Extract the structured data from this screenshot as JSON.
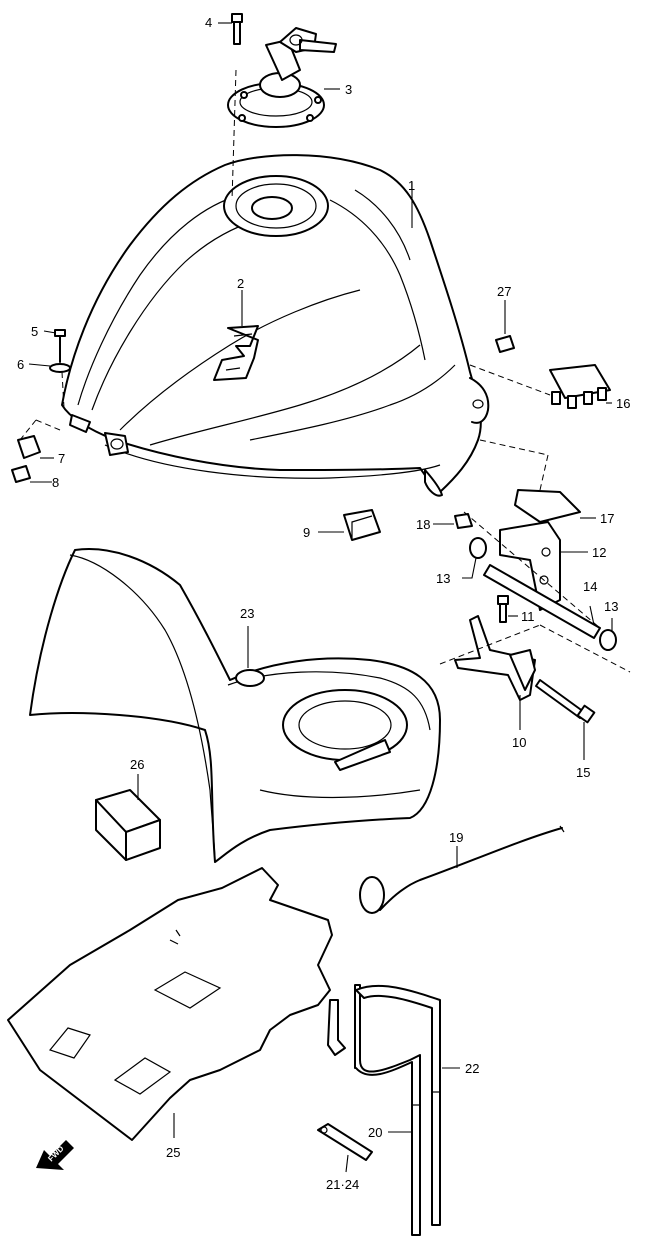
{
  "diagram": {
    "callouts": [
      "1",
      "2",
      "3",
      "4",
      "5",
      "6",
      "7",
      "8",
      "9",
      "10",
      "11",
      "12",
      "13",
      "13",
      "14",
      "15",
      "16",
      "17",
      "18",
      "19",
      "20",
      "21·24",
      "22",
      "23",
      "25",
      "26",
      "27"
    ],
    "direction_marker": "FWD"
  }
}
